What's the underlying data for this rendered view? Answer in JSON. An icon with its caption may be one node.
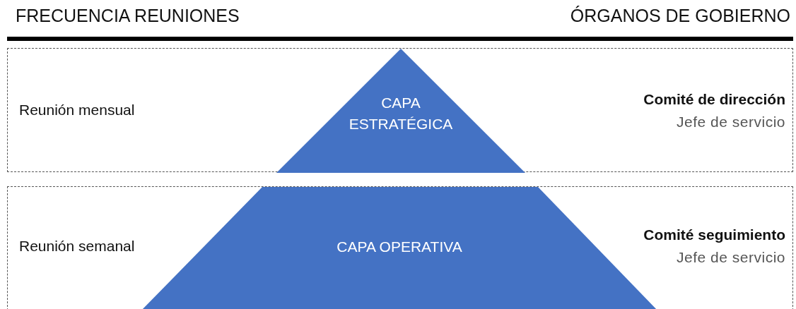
{
  "diagram": {
    "nodes": [
      {
        "text": [
          "Reunión mensual",
          "Comité de dirección",
          "Jefe de servicio"
        ]
      },
      {
        "text": [
          "CAPA ESTRATÉGICA"
        ],
        "in": 0
      },
      {
        "text": [
          "Reunión semanal",
          "Comité seguimiento",
          "Jefe de servicio"
        ]
      },
      {
        "text": [
          "CAPA OPERATIVA"
        ],
        "in": 2
      }
    ],
    "labels": [
      "FRECUENCIA REUNIONES",
      "ÓRGANOS DE GOBIERNO"
    ]
  }
}
